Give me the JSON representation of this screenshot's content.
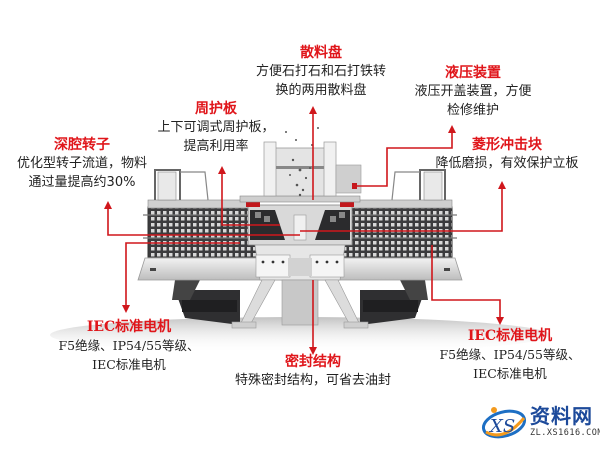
{
  "diagram": {
    "subject": "VSI sand-making crusher components",
    "colors": {
      "label_title": "#e0161b",
      "leader_line": "#d0171c",
      "desc_text": "#222222",
      "machine_dark": "#3a3a3c",
      "machine_light": "#e6e6e6"
    },
    "labels": [
      {
        "id": "distributor",
        "title": "散料盘",
        "desc": [
          "方便石打石和石打铁转",
          "换的两用散料盘"
        ]
      },
      {
        "id": "hydraulic",
        "title": "液压装置",
        "desc": [
          "液压开盖装置，方便",
          "检修维护"
        ]
      },
      {
        "id": "liner",
        "title": "周护板",
        "desc": [
          "上下可调式周护板，",
          "提高利用率"
        ]
      },
      {
        "id": "rotor",
        "title": "深腔转子",
        "desc": [
          "优化型转子流道，物料",
          "通过量提高约30%"
        ]
      },
      {
        "id": "impact_block",
        "title": "菱形冲击块",
        "desc": [
          "降低磨损，有效保护立板"
        ]
      },
      {
        "id": "motor_left",
        "title": "IEC标准电机",
        "desc": [
          "F5绝缘、IP54/55等级、",
          "IEC标准电机"
        ]
      },
      {
        "id": "seal",
        "title": "密封结构",
        "desc": [
          "特殊密封结构，可省去油封"
        ]
      },
      {
        "id": "motor_right",
        "title": "IEC标准电机",
        "desc": [
          "F5绝缘、IP54/55等级、",
          "IEC标准电机"
        ]
      }
    ]
  },
  "watermark": {
    "brand": "资料网",
    "url": "ZL.XS1616.COM",
    "logo_text": "XS"
  }
}
